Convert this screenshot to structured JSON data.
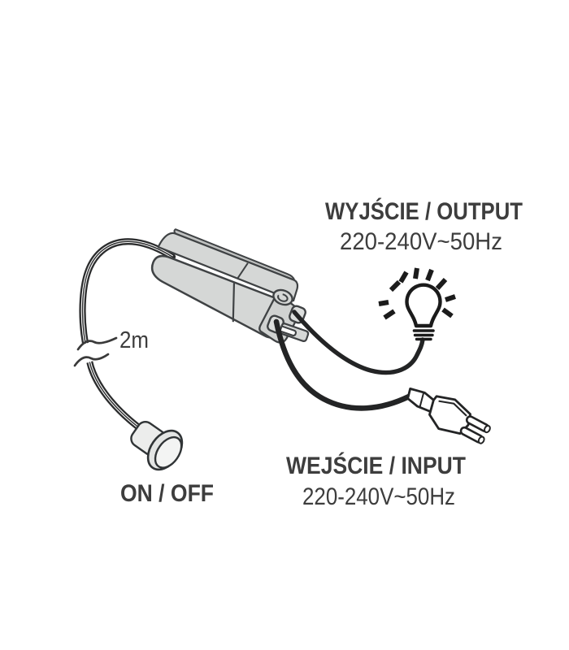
{
  "diagram": {
    "output_label": {
      "title": "WYJŚCIE / OUTPUT",
      "voltage": "220-240V~50Hz"
    },
    "input_label": {
      "title": "WEJŚCIE / INPUT",
      "voltage": "220-240V~50Hz"
    },
    "switch_label": "ON / OFF",
    "cable_length_label": "2m"
  },
  "colors": {
    "text": "#3d3d3d",
    "outline": "#3f4244",
    "wire": "#232425",
    "bulb_icon": "#1b1b1b",
    "device_fill": "#d5d7d6",
    "device_top_fill": "#d5d7d6",
    "device_back_fill": "#bfc1c0",
    "device_end_fill": "#d0d2d1",
    "gland_fill": "#dcdedd",
    "sensor_body_fill": "#ecedec",
    "sensor_rim_fill": "#e3e5e4",
    "sensor_face_fill": "#f3f4f3",
    "plug_fill": "#ffffff"
  }
}
